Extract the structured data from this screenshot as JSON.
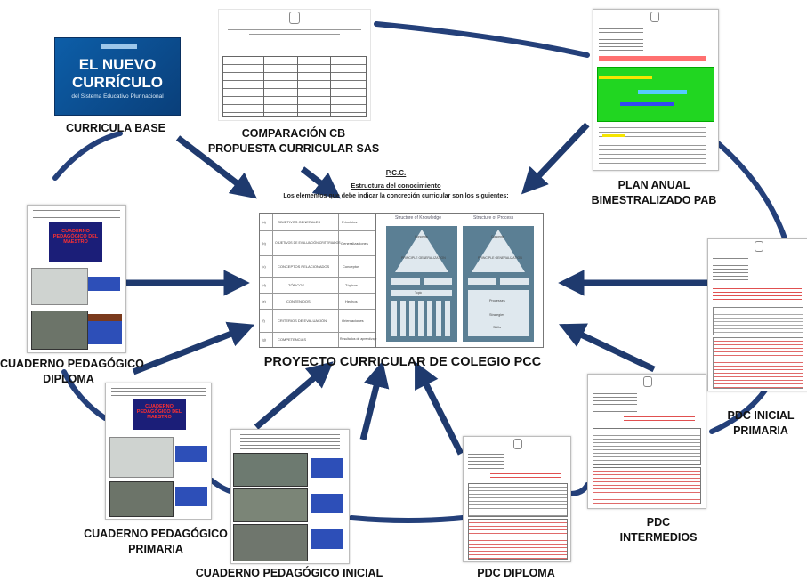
{
  "nodes": {
    "curricula_base": {
      "label": "CURRICULA BASE",
      "cover_line1": "EL NUEVO",
      "cover_line2": "CURRÍCULO",
      "cover_line3": "del Sistema Educativo Plurinacional"
    },
    "comparacion": {
      "label_line1": "COMPARACIÓN CB",
      "label_line2": "PROPUESTA CURRICULAR SAS"
    },
    "plan_anual": {
      "label_line1": "PLAN ANUAL",
      "label_line2": "BIMESTRALIZADO PAB"
    },
    "pdc_inicial": {
      "label_line1": "PDC INICIAL",
      "label_line2": "PRIMARIA"
    },
    "pdc_intermedios": {
      "label_line1": "PDC",
      "label_line2": "INTERMEDIOS"
    },
    "pdc_diploma": {
      "label": "PDC DIPLOMA"
    },
    "cuaderno_inicial": {
      "label": "CUADERNO PEDAGÓGICO INICIAL"
    },
    "cuaderno_primaria": {
      "label_line1": "CUADERNO PEDAGÓGICO",
      "label_line2": "PRIMARIA",
      "cover_text": "CUADERNO PEDAGÓGICO DEL MAESTRO"
    },
    "cuaderno_diploma": {
      "label_line1": "CUADERNO PEDAGÓGICO",
      "label_line2": "DIPLOMA",
      "cover_text": "CUADERNO PEDAGÓGICO DEL MAESTRO"
    }
  },
  "center": {
    "title": "PROYECTO CURRICULAR DE COLEGIO PCC",
    "doc_heading": "P.C.C.",
    "doc_subheading": "Estructura del conocimiento",
    "doc_intro": "Los elementos que debe indicar la concreción curricular son los siguientes:",
    "rows": [
      {
        "num": "(a)",
        "name": "OBJETIVOS GENERALES",
        "right": "Principios"
      },
      {
        "num": "(b)",
        "name": "OBJETIVOS DE EVALUACIÓN CRITERIADOS",
        "right": "Generalizaciones"
      },
      {
        "num": "(c)",
        "name": "CONCEPTOS RELACIONADOS",
        "right": "Conceptos"
      },
      {
        "num": "(d)",
        "name": "TÓPICOS",
        "right": "Tópicos"
      },
      {
        "num": "(e)",
        "name": "CONTENIDOS",
        "right": "Hechos"
      },
      {
        "num": "(f)",
        "name": "CRITERIOS DE EVALUACIÓN",
        "right": "Orientaciones"
      },
      {
        "num": "(g)",
        "name": "COMPETENCIAS",
        "right": "Resultados de aprendizaje"
      }
    ],
    "diagram_left_title": "Structure of Knowledge",
    "diagram_right_title": "Structure of Process",
    "diagram_top": "Concepts",
    "diagram_mid": "PRINCIPLE GENERALIZATION",
    "diagram_topic": "Topic",
    "diagram_processes": "Processes",
    "diagram_strategies": "Strategies",
    "diagram_skills": "Skills"
  },
  "colors": {
    "ring": "#24407a",
    "arrow": "#1f3a6e",
    "diagram_panel": "#5b7f94",
    "diagram_box": "#dfe8ee"
  }
}
